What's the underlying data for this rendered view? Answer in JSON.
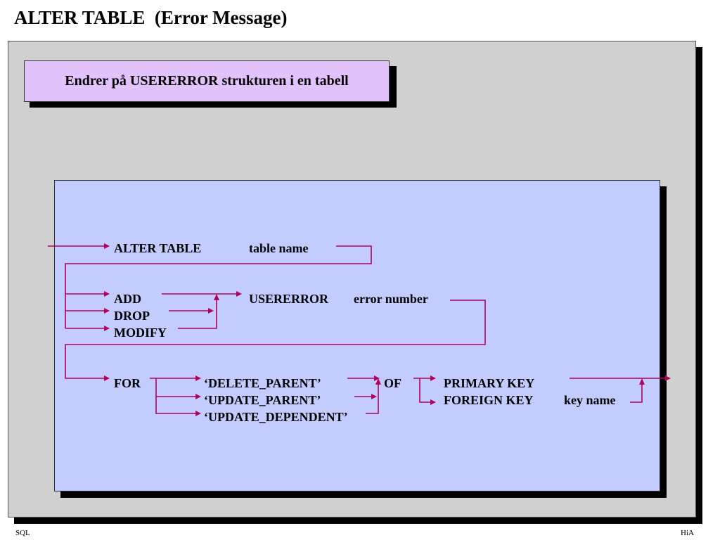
{
  "title": "ALTER TABLE  (Error Message)",
  "banner": "Endrer på USERERROR strukturen i en tabell",
  "diagram": {
    "alter_table": "ALTER TABLE",
    "table_name": "table name",
    "add": "ADD",
    "drop": "DROP",
    "modify": "MODIFY",
    "usererror": "USERERROR",
    "error_number": "error number",
    "for": "FOR",
    "delete_parent": "‘DELETE_PARENT’",
    "update_parent": "‘UPDATE_PARENT’",
    "update_dependent": "‘UPDATE_DEPENDENT’",
    "of": "OF",
    "primary_key": "PRIMARY KEY",
    "foreign_key": "FOREIGN KEY",
    "key_name": "key name"
  },
  "footer": {
    "left": "SQL",
    "right": "HiA"
  },
  "colors": {
    "line": "#b0005a",
    "panel": "#d0d0d0",
    "banner": "#e2c2fb",
    "diagram_bg": "#c2ccff"
  }
}
